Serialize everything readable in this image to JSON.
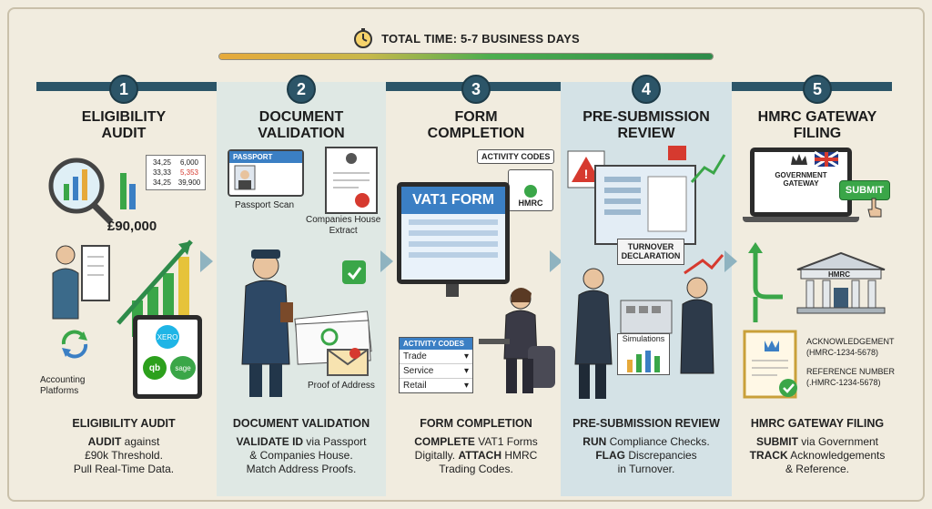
{
  "header": {
    "total_time": "TOTAL TIME: 5-7 BUSINESS DAYS",
    "progress_fraction": 1.0
  },
  "steps": [
    {
      "number": "1",
      "title_line1": "ELIGIBILITY",
      "title_line2": "AUDIT",
      "table": [
        "34,25",
        "6,000",
        "33,33",
        "5,353",
        "34,25",
        "39,900"
      ],
      "threshold_label": "£90,000",
      "platforms_label_line1": "Accounting",
      "platforms_label_line2": "Platforms",
      "apps": [
        "XERO",
        "qb",
        "sage"
      ],
      "caption_title": "ELIGIBILITY AUDIT",
      "caption_line1_strong": "AUDIT",
      "caption_line1_rest": " against",
      "caption_line2": "£90k Threshold.",
      "caption_line3": "Pull Real-Time Data."
    },
    {
      "number": "2",
      "title_line1": "DOCUMENT",
      "title_line2": "VALIDATION",
      "passport_title": "PASSPORT",
      "passport_scan_label": "Passport Scan",
      "companies_label_line1": "Companies House",
      "companies_label_line2": "Extract",
      "proof_label": "Proof of Address",
      "caption_title": "DOCUMENT VALIDATION",
      "caption_line1_strong": "VALIDATE ID",
      "caption_line1_rest": " via Passport",
      "caption_line2": "& Companies House.",
      "caption_line3": "Match Address Proofs."
    },
    {
      "number": "3",
      "title_line1": "FORM",
      "title_line2": "COMPLETION",
      "screen_form_title": "VAT1 FORM",
      "activity_codes_top": "ACTIVITY CODES",
      "hmrc_badge": "HMRC",
      "activity_codes_panel": "ACTIVITY CODES",
      "codes": [
        "Trade",
        "Service",
        "Retail"
      ],
      "caption_title": "FORM COMPLETION",
      "caption_line1_strong": "COMPLETE",
      "caption_line1_rest": " VAT1 Forms",
      "caption_line2_pre": "Digitally. ",
      "caption_line2_strong": "ATTACH",
      "caption_line2_rest": " HMRC",
      "caption_line3": "Trading Codes."
    },
    {
      "number": "4",
      "title_line1": "PRE-SUBMISSION",
      "title_line2": "REVIEW",
      "turnover_line1": "TURNOVER",
      "turnover_line2": "DECLARATION",
      "simulations_label": "Simulations",
      "caption_title": "PRE-SUBMISSION REVIEW",
      "caption_line1_strong": "RUN",
      "caption_line1_rest": " Compliance Checks.",
      "caption_line2_strong": "FLAG",
      "caption_line2_rest": " Discrepancies",
      "caption_line3": "in Turnover."
    },
    {
      "number": "5",
      "title_line1": "HMRC GATEWAY",
      "title_line2": "FILING",
      "gateway_line1": "GOVERNMENT",
      "gateway_line2": "GATEWAY",
      "submit_label": "SUBMIT",
      "building_label": "HMRC",
      "ack_title": "ACKNOWLEDGEMENT",
      "ack_value": "(HMRC-1234-5678)",
      "ref_title": "REFERENCE NUMBER",
      "ref_value": "(.HMRC-1234-5678)",
      "caption_title": "HMRC GATEWAY FILING",
      "caption_line1_strong": "SUBMIT",
      "caption_line1_rest": " via Government",
      "caption_line2_strong": "TRACK",
      "caption_line2_rest": " Acknowledgements",
      "caption_line3": "& Reference."
    }
  ],
  "colors": {
    "ribbon": "#2c5568",
    "accent_green": "#3aa648",
    "accent_red": "#d63a2f",
    "accent_blue": "#3b7fc4"
  }
}
